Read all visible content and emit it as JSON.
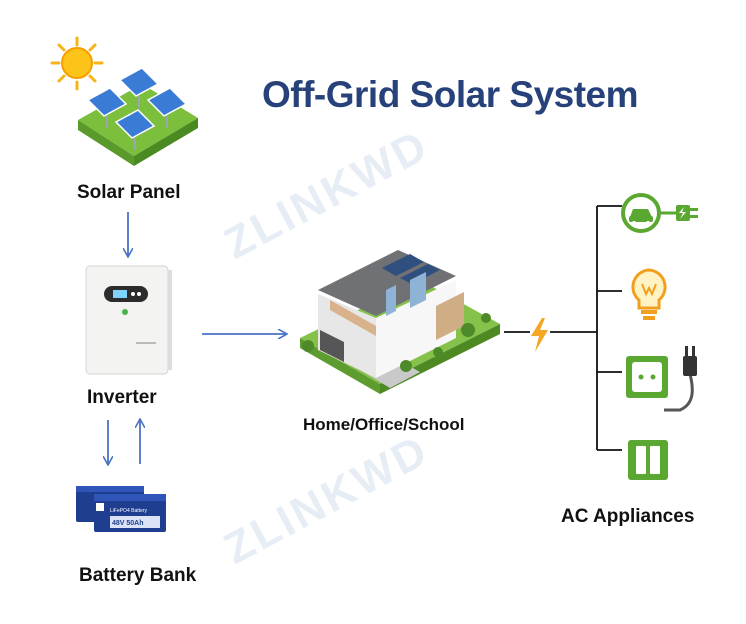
{
  "title": "Off-Grid Solar System",
  "watermark": "ZLINKWD",
  "labels": {
    "solar_panel": "Solar Panel",
    "inverter": "Inverter",
    "battery_bank": "Battery Bank",
    "home": "Home/Office/School",
    "ac_appliances": "AC Appliances"
  },
  "battery_text": {
    "brand": "LiFePO4 Battery",
    "spec": "48V 50Ah"
  },
  "colors": {
    "title": "#27427a",
    "arrow": "#4a72c4",
    "appliance_green": "#5aa832",
    "bolt": "#f5a623",
    "grass": "#7cbf3c"
  },
  "appliances": [
    "car-charger-icon",
    "light-bulb-icon",
    "power-socket-icon",
    "light-switch-icon"
  ]
}
